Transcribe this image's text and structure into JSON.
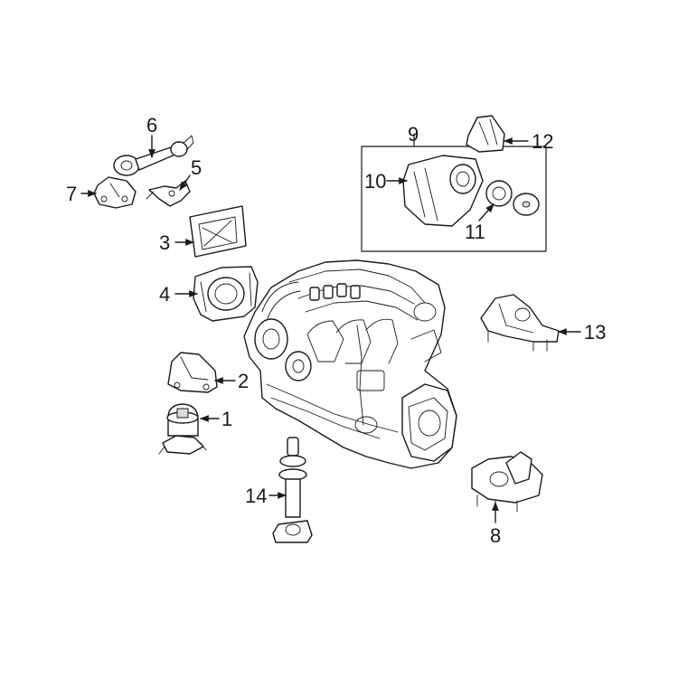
{
  "callouts": [
    {
      "id": "c1",
      "label": "1"
    },
    {
      "id": "c2",
      "label": "2"
    },
    {
      "id": "c3",
      "label": "3"
    },
    {
      "id": "c4",
      "label": "4"
    },
    {
      "id": "c5",
      "label": "5"
    },
    {
      "id": "c6",
      "label": "6"
    },
    {
      "id": "c7",
      "label": "7"
    },
    {
      "id": "c8",
      "label": "8"
    },
    {
      "id": "c9",
      "label": "9"
    },
    {
      "id": "c10",
      "label": "10"
    },
    {
      "id": "c11",
      "label": "11"
    },
    {
      "id": "c12",
      "label": "12"
    },
    {
      "id": "c13",
      "label": "13"
    },
    {
      "id": "c14",
      "label": "14"
    }
  ],
  "colors": {
    "ink": "#1a1a1a",
    "background": "#ffffff",
    "shade": "#d9d9d9"
  }
}
